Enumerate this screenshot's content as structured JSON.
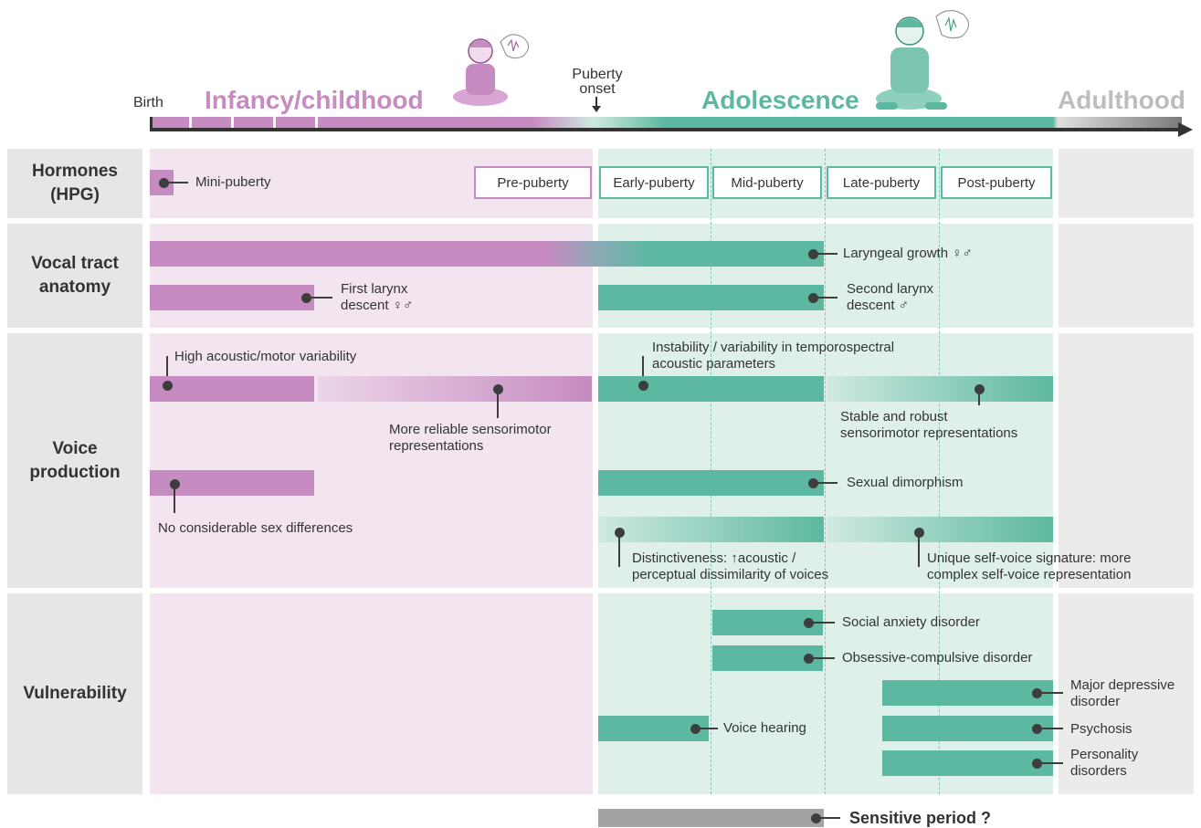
{
  "timeline": {
    "birth": "Birth",
    "infancy": "Infancy/childhood",
    "puberty_onset_line1": "Puberty",
    "puberty_onset_line2": "onset",
    "adolescence": "Adolescence",
    "adulthood": "Adulthood"
  },
  "rows": {
    "hormones": {
      "label_line1": "Hormones",
      "label_line2": "(HPG)",
      "mini_puberty": "Mini-puberty",
      "stages": [
        "Pre-puberty",
        "Early-puberty",
        "Mid-puberty",
        "Late-puberty",
        "Post-puberty"
      ]
    },
    "vocal_tract": {
      "label_line1": "Vocal tract",
      "label_line2": "anatomy",
      "laryngeal_growth": "Laryngeal growth ♀♂",
      "first_larynx_line1": "First larynx",
      "first_larynx_line2": "descent ♀♂",
      "second_larynx_line1": "Second larynx",
      "second_larynx_line2": "descent ♂"
    },
    "voice_production": {
      "label_line1": "Voice",
      "label_line2": "production",
      "high_variability": "High acoustic/motor variability",
      "reliable_line1": "More reliable sensorimotor",
      "reliable_line2": "representations",
      "instability_line1": "Instability / variability in temporospectral",
      "instability_line2": "acoustic parameters",
      "stable_line1": "Stable and robust",
      "stable_line2": "sensorimotor representations",
      "no_sex_diff": "No considerable sex differences",
      "sexual_dimorphism": "Sexual dimorphism",
      "distinct_line1a": "Distinctiveness:",
      "distinct_line1b": "acoustic /",
      "distinct_line2": "perceptual dissimilarity of voices",
      "unique_line1": "Unique self-voice signature: more",
      "unique_line2": "complex self-voice representation"
    },
    "vulnerability": {
      "label": "Vulnerability",
      "social_anxiety": "Social anxiety disorder",
      "ocd": "Obsessive-compulsive disorder",
      "mdd_line1": "Major depressive",
      "mdd_line2": "disorder",
      "psychosis": "Psychosis",
      "personality_line1": "Personality",
      "personality_line2": "disorders",
      "voice_hearing": "Voice hearing"
    }
  },
  "sensitive_period": "Sensitive period ?",
  "colors": {
    "childhood": "#c68bc0",
    "adolescence": "#5cb8a0",
    "adulthood": "#a3a3a3",
    "childhood_bg": "#f3e5f0",
    "adolescence_bg": "#dff0ea"
  }
}
